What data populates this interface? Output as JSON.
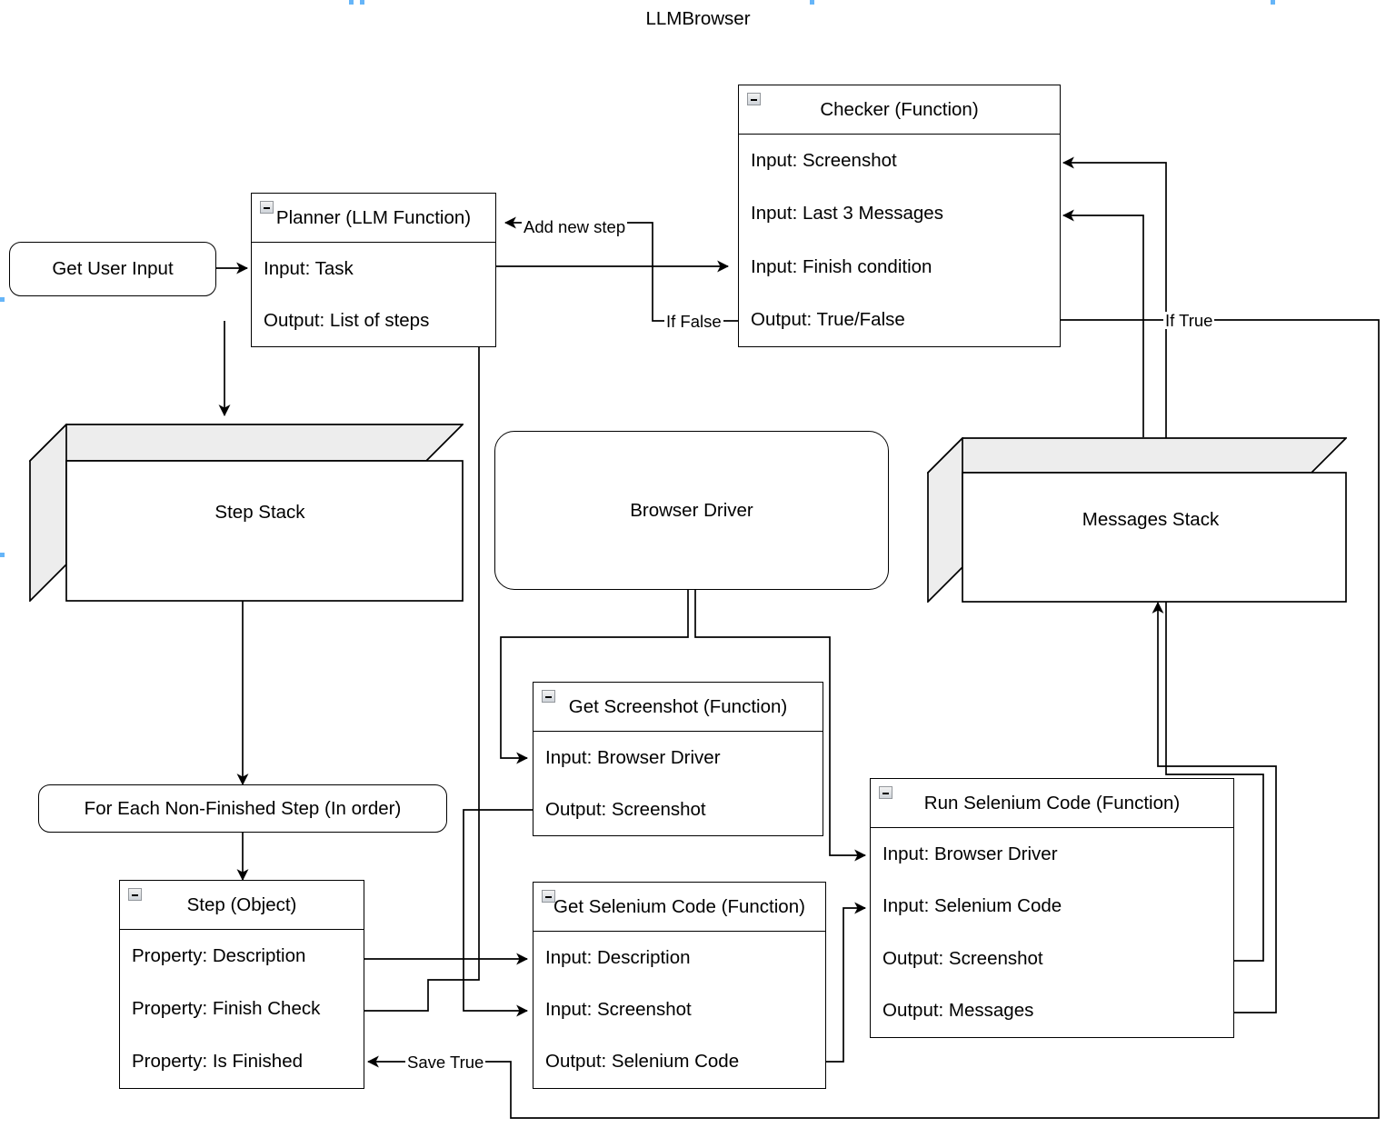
{
  "title": "LLMBrowser",
  "nodes": {
    "get_user_input": {
      "label": "Get User Input"
    },
    "planner": {
      "title": "Planner (LLM Function)",
      "rows": [
        "Input: Task",
        "Output: List of steps"
      ]
    },
    "checker": {
      "title": "Checker (Function)",
      "rows": [
        "Input: Screenshot",
        "Input: Last 3 Messages",
        "Input: Finish condition",
        "Output: True/False"
      ]
    },
    "step_stack": {
      "label": "Step Stack"
    },
    "browser_driver": {
      "label": "Browser Driver"
    },
    "messages_stack": {
      "label": "Messages Stack"
    },
    "for_each_step": {
      "label": "For Each Non-Finished Step (In order)"
    },
    "step_object": {
      "title": "Step (Object)",
      "rows": [
        "Property: Description",
        "Property: Finish Check",
        "Property: Is Finished"
      ]
    },
    "get_screenshot": {
      "title": "Get Screenshot (Function)",
      "rows": [
        "Input: Browser Driver",
        "Output: Screenshot"
      ]
    },
    "get_selenium_code": {
      "title": "Get Selenium Code (Function)",
      "rows": [
        "Input: Description",
        "Input: Screenshot",
        "Output: Selenium Code"
      ]
    },
    "run_selenium_code": {
      "title": "Run Selenium Code (Function)",
      "rows": [
        "Input: Browser Driver",
        "Input: Selenium Code",
        "Output: Screenshot",
        "Output: Messages"
      ]
    }
  },
  "edge_labels": {
    "add_new_step": "Add new step",
    "if_false": "If False",
    "if_true": "If True",
    "save_true": "Save True"
  },
  "colors": {
    "stroke": "#000000",
    "cube_face": "#ededed",
    "background": "#ffffff",
    "collapse_icon": "#cfd4da",
    "selection_handle": "#66b5f8"
  }
}
